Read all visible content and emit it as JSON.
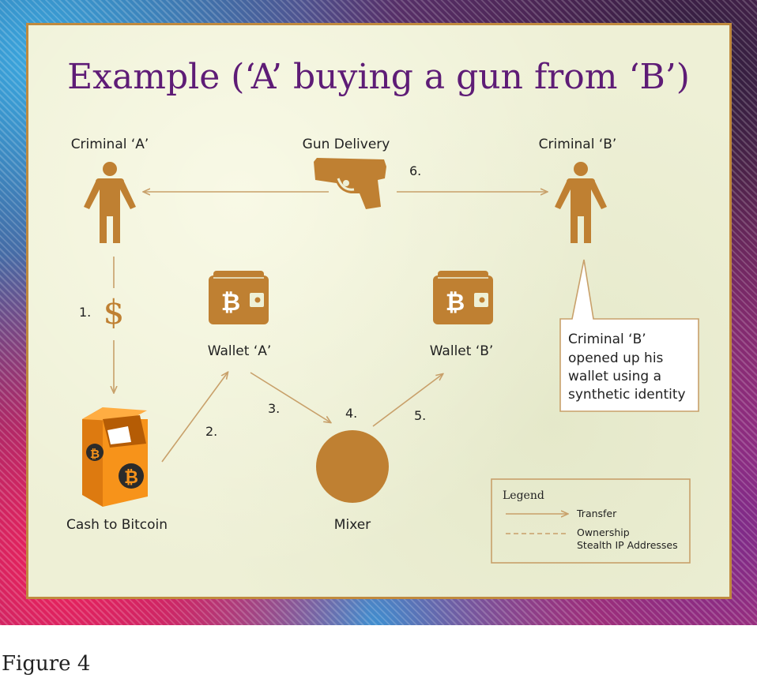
{
  "title": "Example (‘A’ buying a gun from ‘B’)",
  "nodes": {
    "criminal_a": "Criminal ‘A’",
    "gun_delivery": "Gun Delivery",
    "criminal_b": "Criminal ‘B’",
    "wallet_a": "Wallet ‘A’",
    "wallet_b": "Wallet ‘B’",
    "cash_to_bitcoin": "Cash to Bitcoin",
    "mixer": "Mixer"
  },
  "steps": {
    "s1": "1.",
    "s2": "2.",
    "s3": "3.",
    "s4": "4.",
    "s5": "5.",
    "s6": "6."
  },
  "symbols": {
    "dollar": "$",
    "bitcoin": "₿"
  },
  "callout": {
    "lines": [
      "Criminal ‘B’",
      "opened up his",
      "wallet using a",
      "synthetic identity"
    ]
  },
  "legend": {
    "title": "Legend",
    "transfer": "Transfer",
    "ownership": "Ownership",
    "stealth": "Stealth IP Addresses"
  },
  "caption": "Figure 4",
  "colors": {
    "accent": "#bf8032",
    "arrow": "#c8a06a",
    "title": "#5e1c76",
    "atm": "#f7931a",
    "panel": "#eef0d6",
    "border": "#c08a3e"
  },
  "icons": {
    "person": "person-icon",
    "gun": "gun-icon",
    "wallet": "bitcoin-wallet-icon",
    "atm": "bitcoin-atm-icon",
    "mixer": "mixer-circle-icon"
  }
}
